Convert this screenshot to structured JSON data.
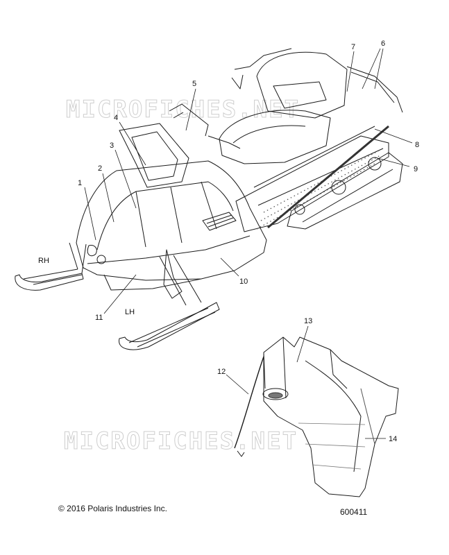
{
  "watermark": "MICROFICHES.NET",
  "side_labels": {
    "rh": "RH",
    "lh": "LH"
  },
  "callouts": [
    "1",
    "2",
    "3",
    "4",
    "5",
    "6",
    "7",
    "8",
    "9",
    "10",
    "11",
    "12",
    "13",
    "14"
  ],
  "footer": {
    "copyright": "© 2016 Polaris Industries Inc.",
    "part_number": "600411"
  },
  "colors": {
    "line": "#1a1a1a",
    "decal": "#555555",
    "watermark": "#c9c9c9"
  }
}
